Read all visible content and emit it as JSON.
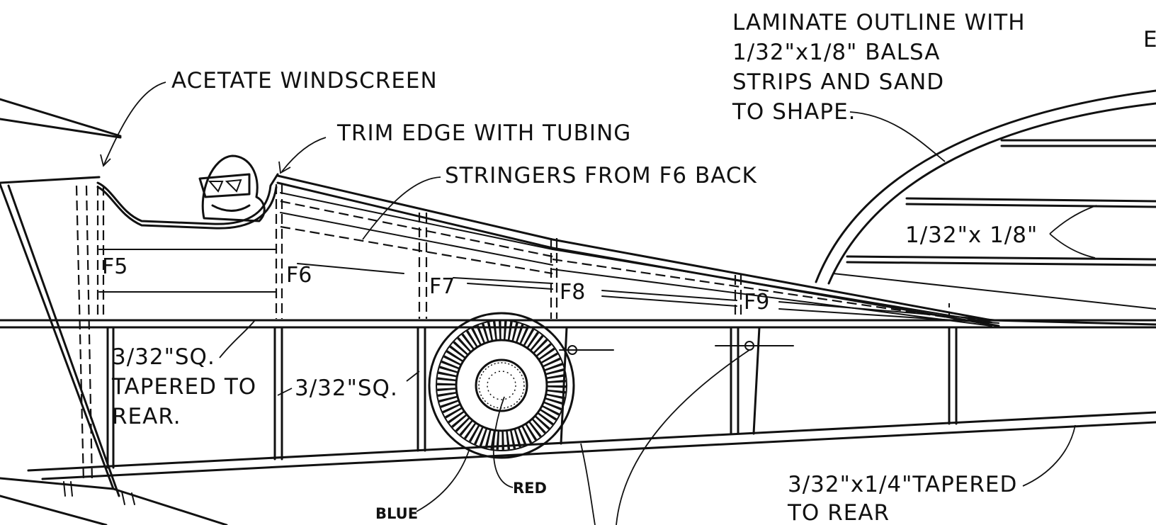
{
  "notes": {
    "windscreen": "ACETATE WINDSCREEN",
    "trim_edge": "TRIM EDGE WITH TUBING",
    "stringers": "STRINGERS FROM  F6 BACK",
    "laminate_l1": "LAMINATE OUTLINE WITH",
    "laminate_l2": "1/32\"x1/8\" BALSA",
    "laminate_l3": "STRIPS AND SAND",
    "laminate_l4": "TO SHAPE.",
    "strip_size": "1/32\"x 1/8\"",
    "longeron_l1": "3/32\"SQ.",
    "longeron_l2": "TAPERED TO",
    "longeron_l3": "REAR.",
    "upright_sq": "3/32\"SQ.",
    "bottom_l1": "3/32\"x1/4\"TAPERED",
    "bottom_l2": "TO REAR",
    "blue": "BLUE",
    "red": "RED",
    "edge_letter": "E"
  },
  "formers": [
    "F5",
    "F6",
    "F7",
    "F8",
    "F9"
  ],
  "colors": {
    "ink": "#111111",
    "paper": "#ffffff"
  }
}
